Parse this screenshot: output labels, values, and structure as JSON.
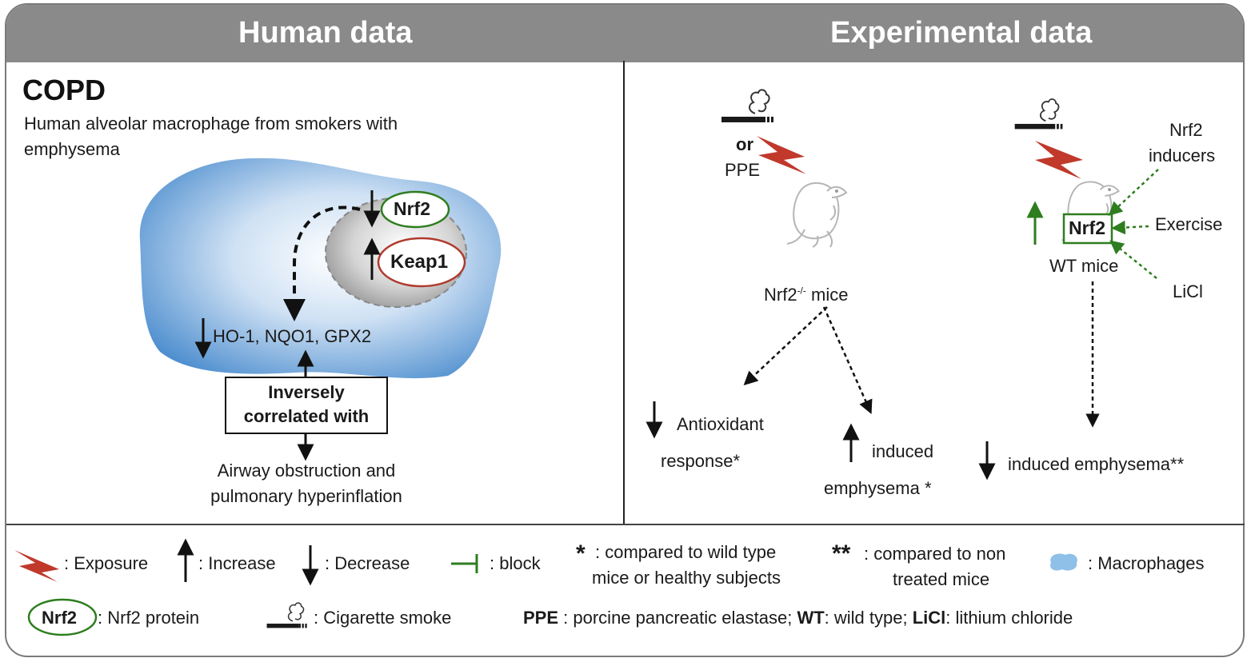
{
  "header": {
    "left_title": "Human data",
    "right_title": "Experimental data"
  },
  "human": {
    "heading": "COPD",
    "description_line1": "Human alveolar macrophage from smokers with",
    "description_line2": "emphysema",
    "nrf2": "Nrf2",
    "keap1": "Keap1",
    "targets": "HO-1, NQO1, GPX2",
    "box_line1": "Inversely",
    "box_line2": "correlated with",
    "outcome_line1": "Airway obstruction and",
    "outcome_line2": "pulmonary hyperinflation"
  },
  "experimental": {
    "or_text": "or",
    "ppe_text": "PPE",
    "ko_mice": "Nrf2",
    "ko_superscript": "-/-",
    "ko_mice_suffix": "mice",
    "antioxidant_line1": "Antioxidant",
    "antioxidant_line2": "response*",
    "induced_line1": "induced",
    "induced_line2": "emphysema *",
    "inducers_line1": "Nrf2",
    "inducers_line2": "inducers",
    "exercise": "Exercise",
    "licl": "LiCl",
    "nrf2_box": "Nrf2",
    "wt_mice": "WT mice",
    "wt_outcome": "induced emphysema**"
  },
  "legend": {
    "exposure": ": Exposure",
    "increase": ": Increase",
    "decrease": ": Decrease",
    "block": ": block",
    "star_line1": ": compared to wild type",
    "star_line2": "mice or healthy subjects",
    "dstar_line1": ": compared to non",
    "dstar_line2": "treated mice",
    "macrophages": ": Macrophages",
    "nrf2_badge": "Nrf2",
    "nrf2_protein": ": Nrf2 protein",
    "cigarette": ": Cigarette smoke",
    "ppe_bold": "PPE",
    "ppe_desc": ": porcine pancreatic elastase;",
    "wt_bold": "WT",
    "wt_desc": ": wild type;",
    "licl_bold": "LiCl",
    "licl_desc": ": lithium chloride"
  },
  "colors": {
    "header": "#8a8a8a",
    "nrf2_green": "#2e7d1f",
    "keap1_red": "#b03a2e",
    "bolt_red": "#c0392b",
    "macrophage_blue": "#4f8fcf"
  }
}
